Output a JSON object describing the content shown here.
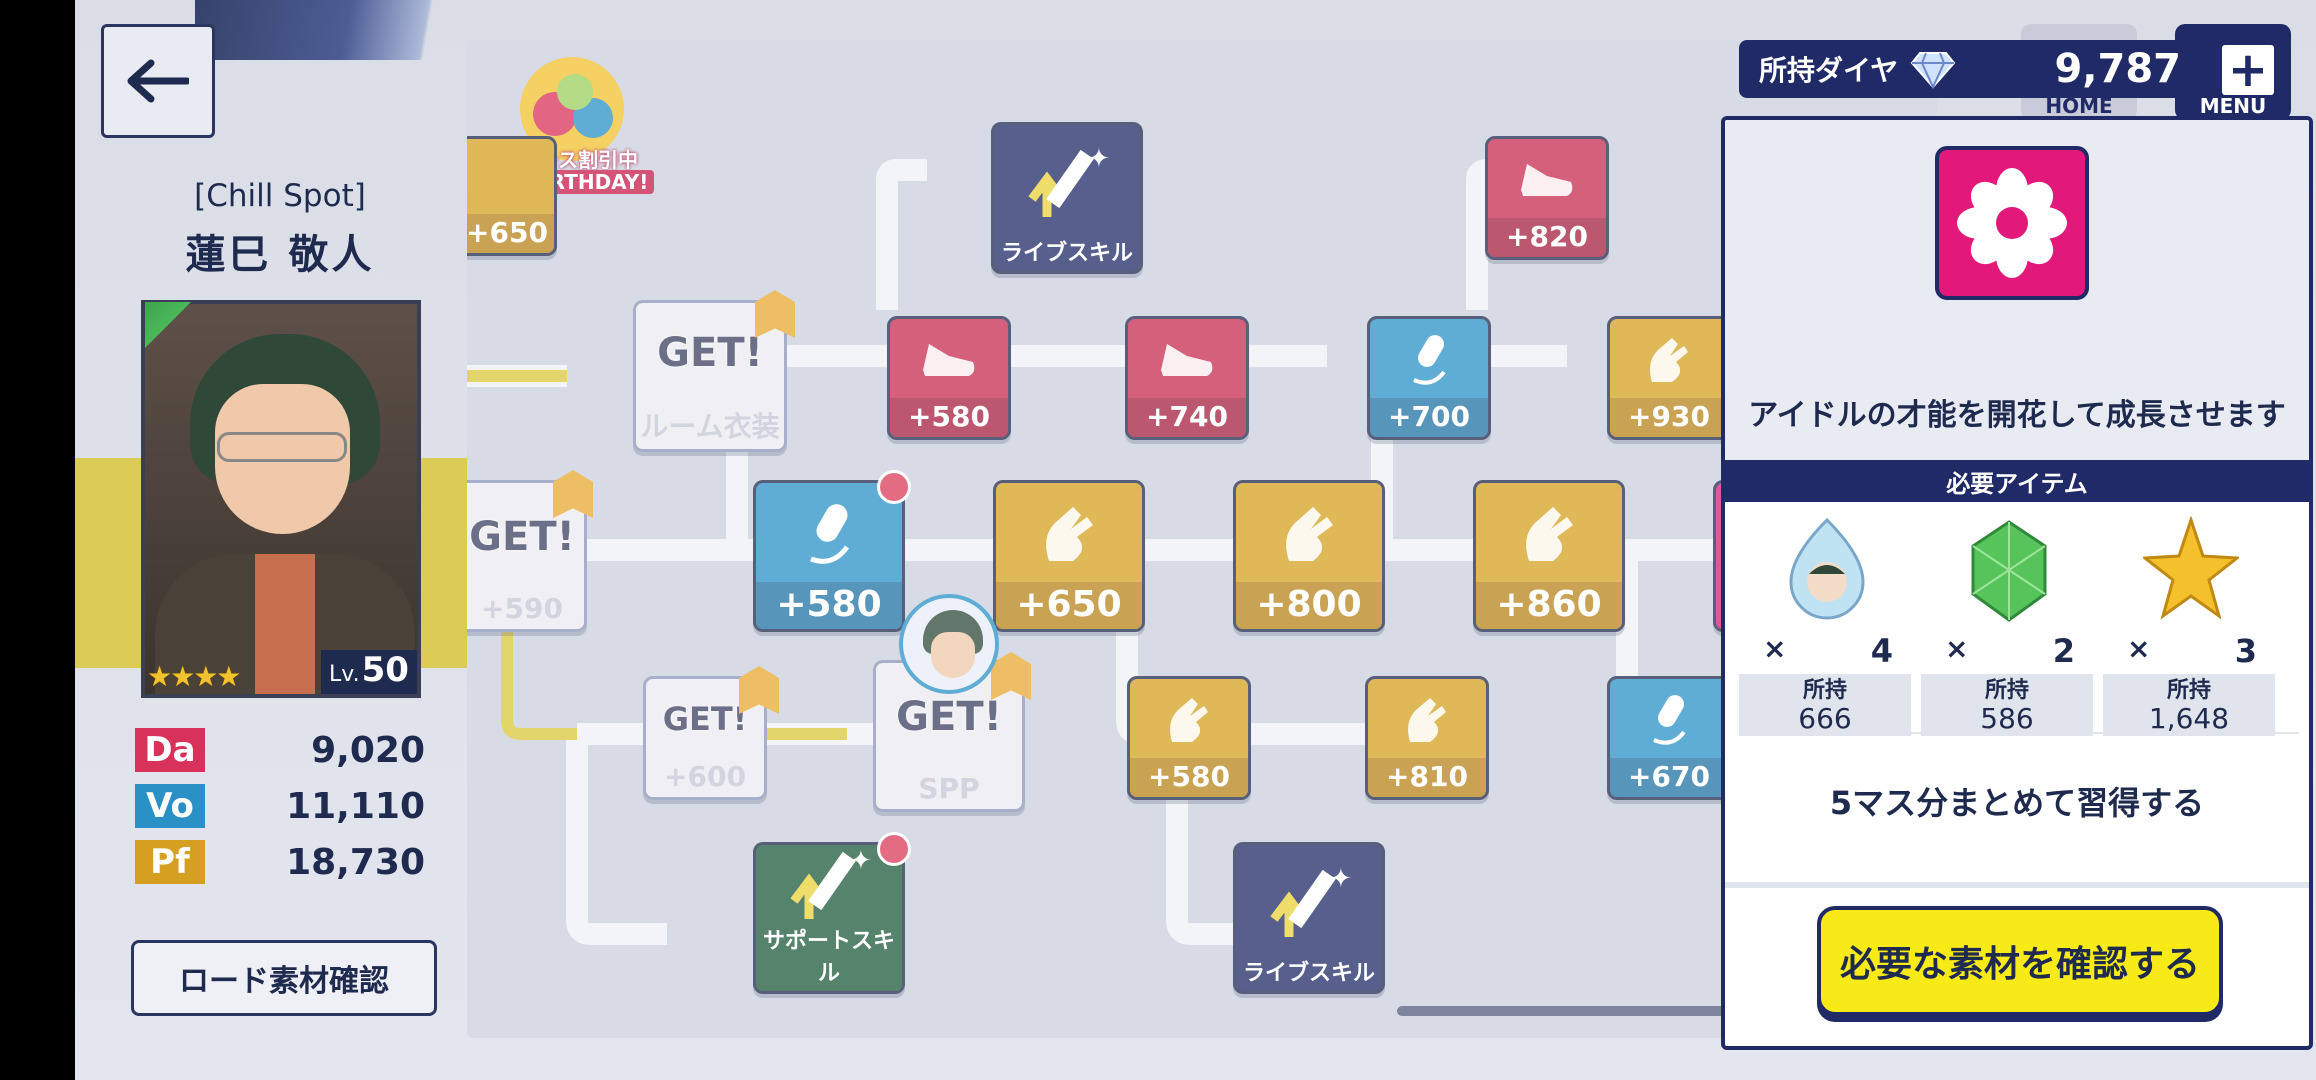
{
  "nav": {
    "home_label": "HOME",
    "menu_label": "MENU"
  },
  "currency": {
    "label": "所持ダイヤ",
    "amount": "9,787",
    "add_label": "+"
  },
  "card": {
    "unit": "[Chill Spot]",
    "name": "蓮巳 敬人",
    "level_label": "Lv.",
    "level": "50",
    "stats": [
      {
        "tag": "Da",
        "value": "9,020",
        "color": "#d9325a"
      },
      {
        "tag": "Vo",
        "value": "11,110",
        "color": "#2a90c6"
      },
      {
        "tag": "Pf",
        "value": "18,730",
        "color": "#d5a021"
      }
    ],
    "road_button": "ロード素材確認"
  },
  "board": {
    "birthday_title": "ピース割引中",
    "birthday_sub": "BIRTHDAY!",
    "nodes": {
      "n650top": "+650",
      "live1": "ライブスキル",
      "red820": "+820",
      "get_room": "GET!",
      "get_room_sub": "ルーム衣装",
      "red580": "+580",
      "red740": "+740",
      "blue700": "+700",
      "gold930": "+930",
      "get590": "GET!",
      "get590_sub": "+590",
      "blue580": "+580",
      "gold650": "+650",
      "gold800": "+800",
      "gold860": "+860",
      "get600": "GET!",
      "get600_sub": "+600",
      "get_spp": "GET!",
      "get_spp_sub": "SPP",
      "gold580": "+580",
      "gold810": "+810",
      "blue670": "+670",
      "support": "サポートスキル",
      "live2": "ライブスキル"
    }
  },
  "panel": {
    "description": "アイドルの才能を開花して成長させます",
    "required_label": "必要アイテム",
    "items": [
      {
        "icon": "pale-blue-drop-piece-icon",
        "x": "×",
        "qty": "4",
        "own_label": "所持",
        "own": "666"
      },
      {
        "icon": "green-gem-piece-icon",
        "x": "×",
        "qty": "2",
        "own_label": "所持",
        "own": "586"
      },
      {
        "icon": "gold-star-piece-icon",
        "x": "×",
        "qty": "3",
        "own_label": "所持",
        "own": "1,648"
      }
    ],
    "bulk_label": "5マス分まとめて習得する",
    "confirm_label": "必要な素材を確認する"
  },
  "colors": {
    "navy": "#1f2a67",
    "confirm_yellow": "#f7ea16",
    "flower_pink": "#e2197a"
  }
}
